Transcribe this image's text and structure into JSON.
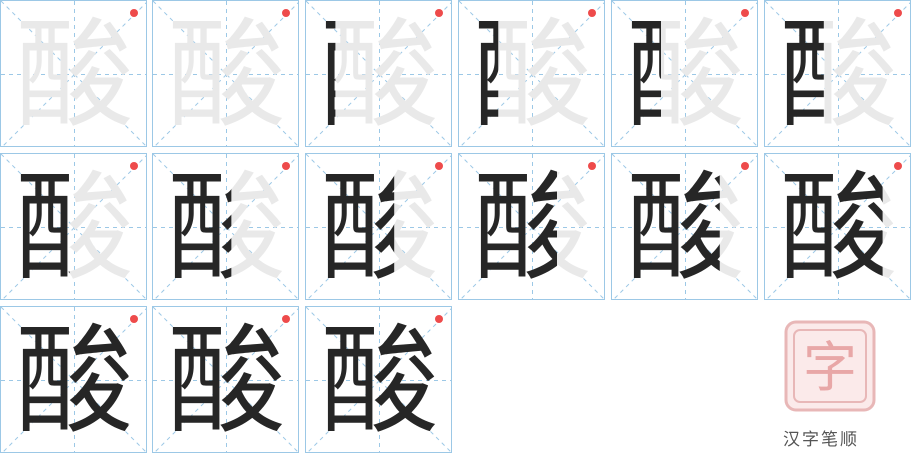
{
  "character": "酸",
  "steps": [
    1,
    2,
    3,
    4,
    5,
    6,
    7,
    8,
    9,
    10,
    11,
    12,
    13,
    14,
    15
  ],
  "brand_text": "汉字笔顺",
  "colors": {
    "grid": "#9cc8e6",
    "highlight": "#ee4b4b",
    "ink": "#262626",
    "ghost": "#e9e9e9"
  },
  "logo": {
    "glyph": "字"
  }
}
